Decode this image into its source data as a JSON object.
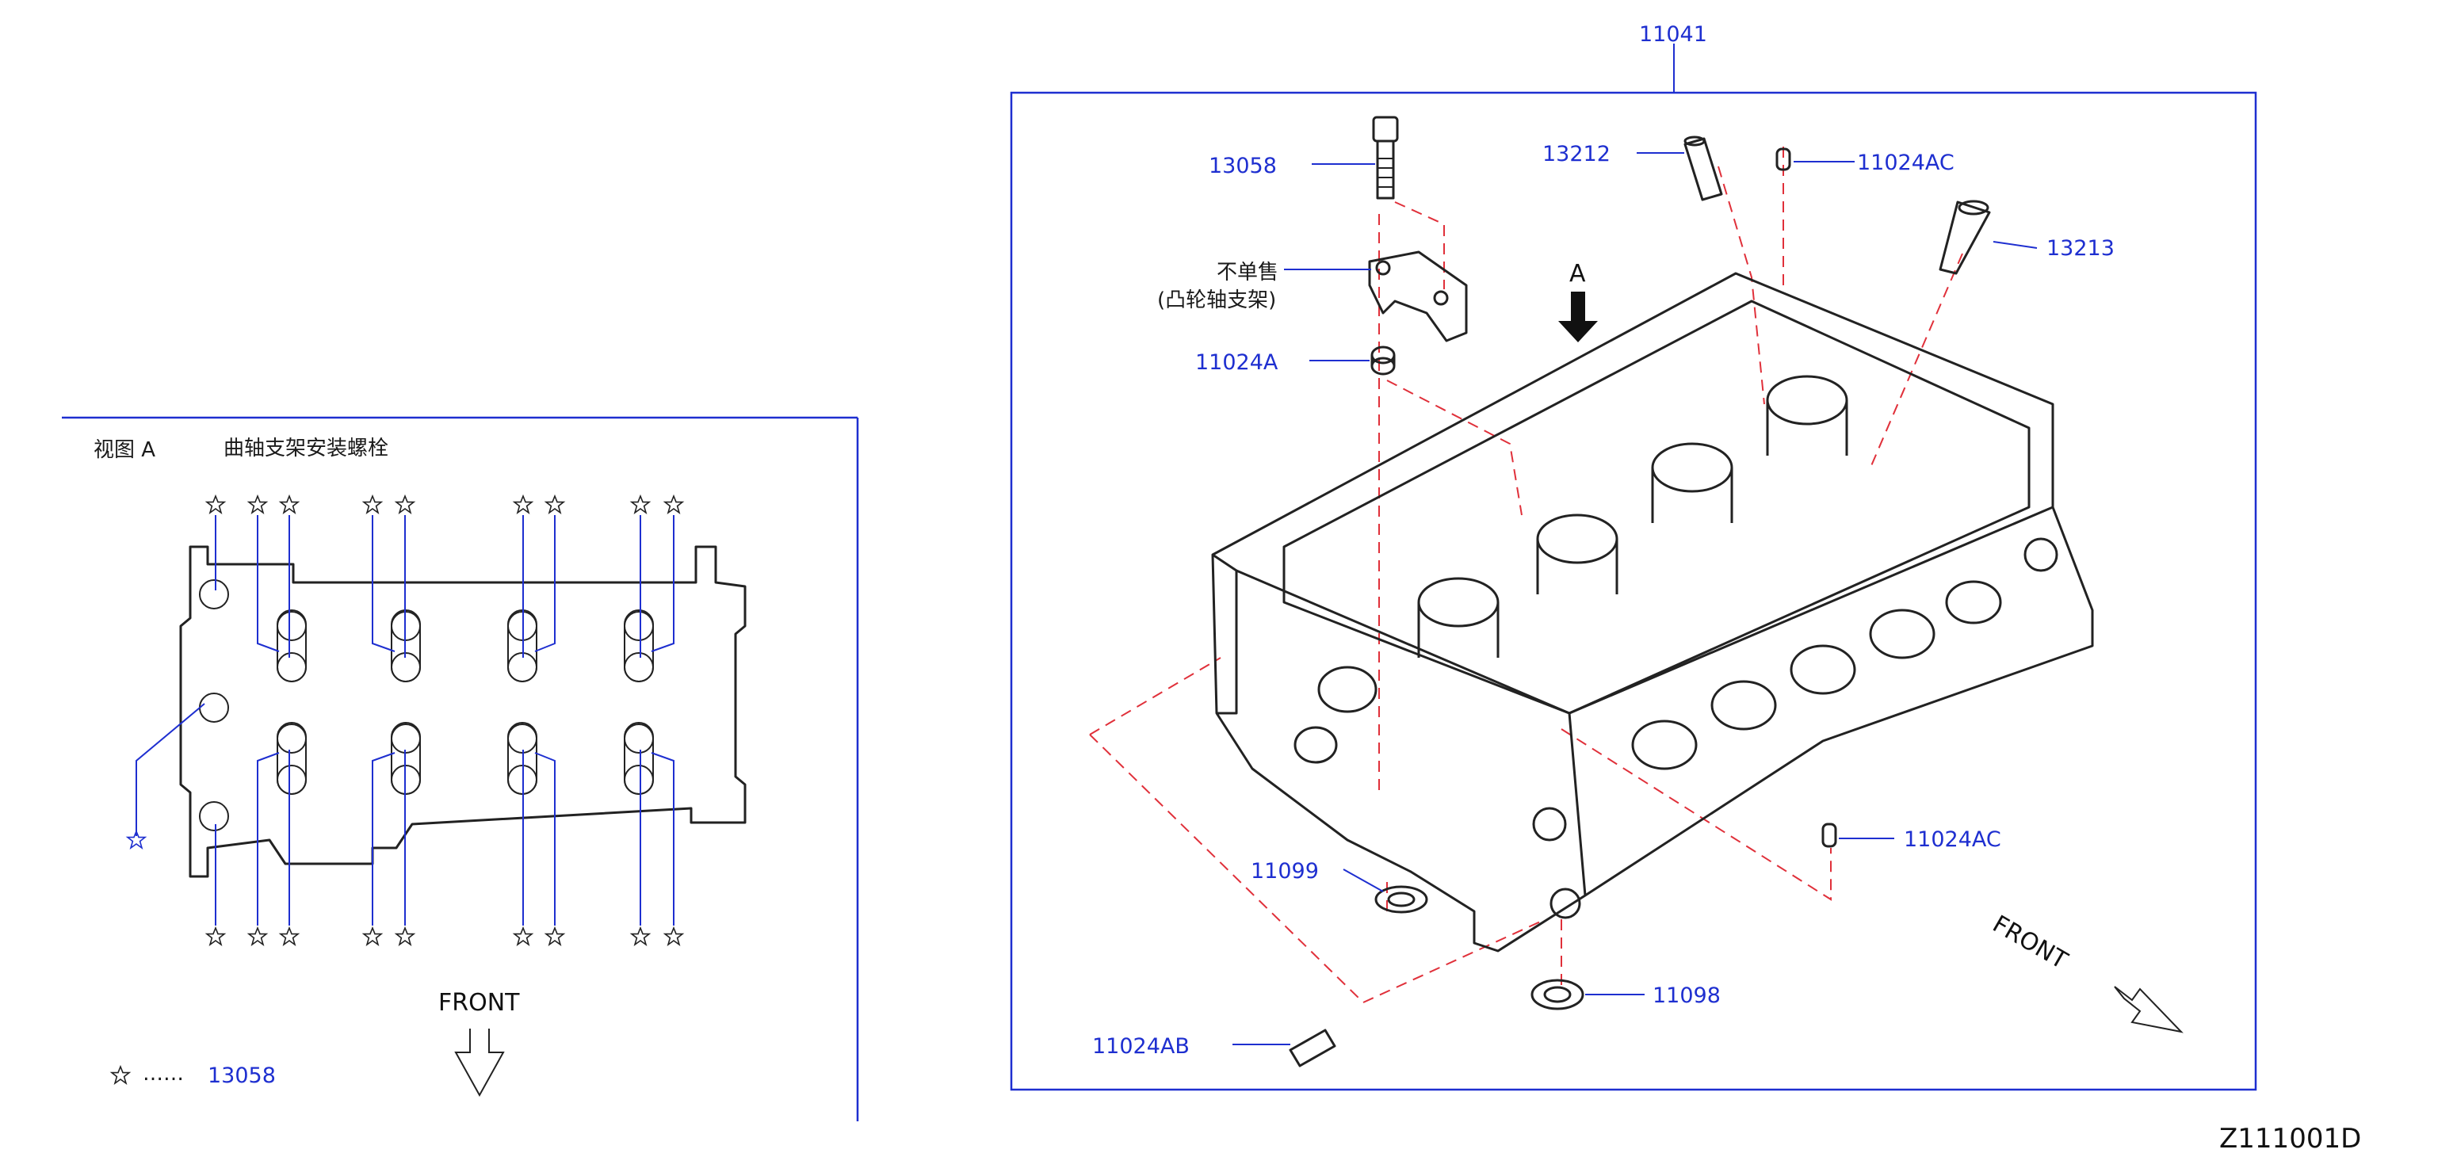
{
  "view_panel": {
    "title": "视图 A",
    "subtitle": "曲轴支架安装螺栓",
    "front_label": "FRONT",
    "legend_dots": "……",
    "legend_part": "13058"
  },
  "main_panel": {
    "frame_label": "11041",
    "arrow_label": "A",
    "note_line1": "不单售",
    "note_line2": "(凸轮轴支架)",
    "front_label": "FRONT"
  },
  "callouts": {
    "p13058": "13058",
    "p13212": "13212",
    "p11024AC_top": "11024AC",
    "p13213": "13213",
    "p11024A": "11024A",
    "p11024AC_right": "11024AC",
    "p11099": "11099",
    "p11098": "11098",
    "p11024AB": "11024AB"
  },
  "diagram_code": "Z111001D",
  "colors": {
    "callout": "#1e2fd0",
    "dashed_guide": "#e0303a",
    "line_art": "#222222"
  }
}
